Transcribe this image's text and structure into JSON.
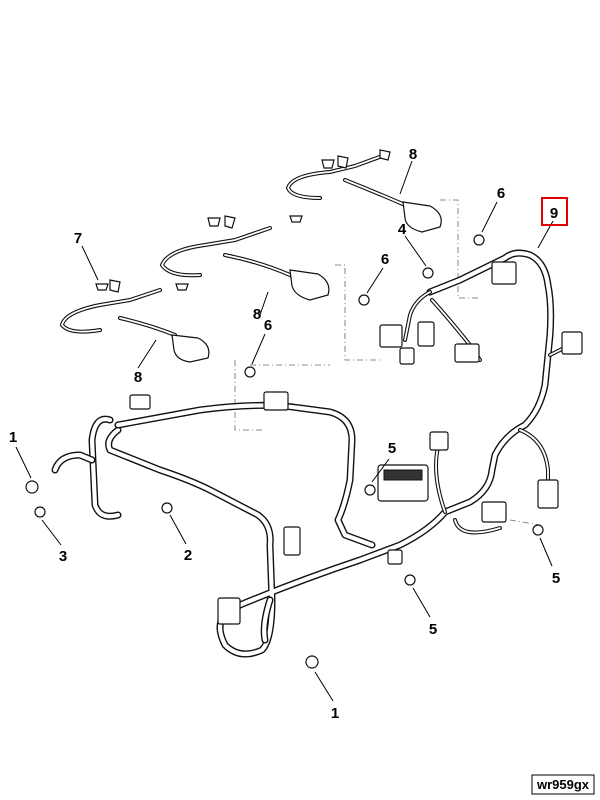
{
  "callouts": {
    "c1a": "1",
    "c1b": "1",
    "c2": "2",
    "c3": "3",
    "c4": "4",
    "c5a": "5",
    "c5b": "5",
    "c5c": "5",
    "c6a": "6",
    "c6b": "6",
    "c6c": "6",
    "c7": "7",
    "c8a": "8",
    "c8b": "8",
    "c8c": "8",
    "c9": "9"
  },
  "highlight_color": "#e00000",
  "reference_code": "wr959gx"
}
